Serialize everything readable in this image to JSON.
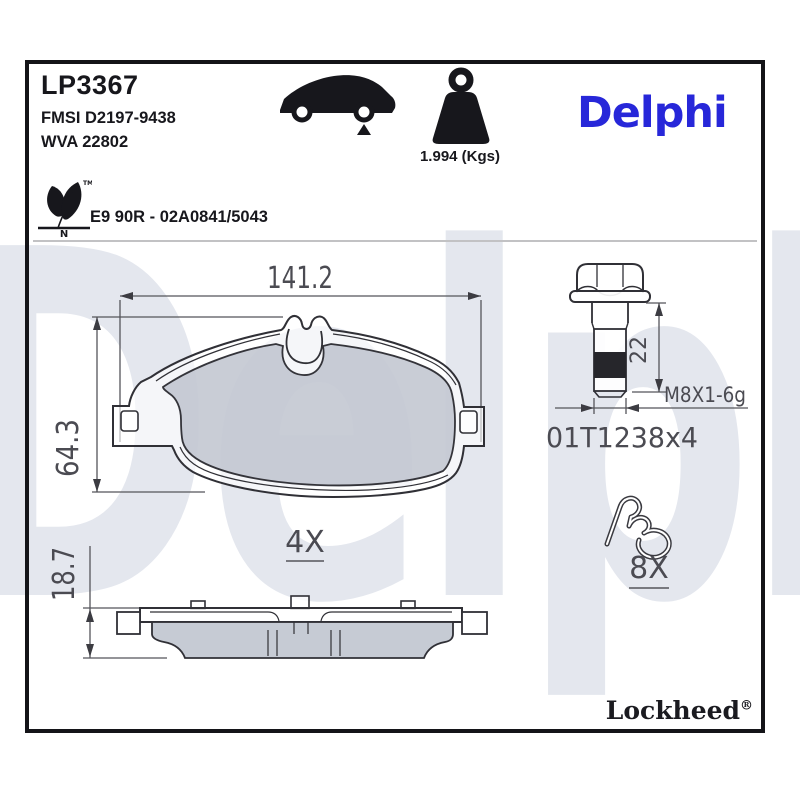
{
  "watermark": "Delphi",
  "header": {
    "part_number": "LP3367",
    "fmsi_ref": "FMSI D2197-9438",
    "wva_ref": "WVA 22802",
    "weight_label": "1.994 (Kgs)",
    "brand_logo": "Delphi",
    "homologation": "E9 90R - 02A0841/5043",
    "eco_mark_letter": "N",
    "eco_mark_tm": "TM"
  },
  "front_view": {
    "width_dim": "141.2",
    "height_dim": "64.3"
  },
  "side_view": {
    "thickness_dim": "18.7",
    "quantity": "4X"
  },
  "bolt": {
    "length_dim": "22",
    "thread_spec": "M8X1-6g",
    "part_ref": "01T1238x4"
  },
  "clip": {
    "quantity": "8X"
  },
  "footer": {
    "brand": "Lockheed",
    "registered_mark": "®"
  },
  "colors": {
    "brand_blue": "#2727D9",
    "watermark_blue": "#E4E7EE",
    "friction_gray": "#C2C7D1",
    "line_dark": "#303036",
    "dim_gray": "#4B4B52"
  }
}
